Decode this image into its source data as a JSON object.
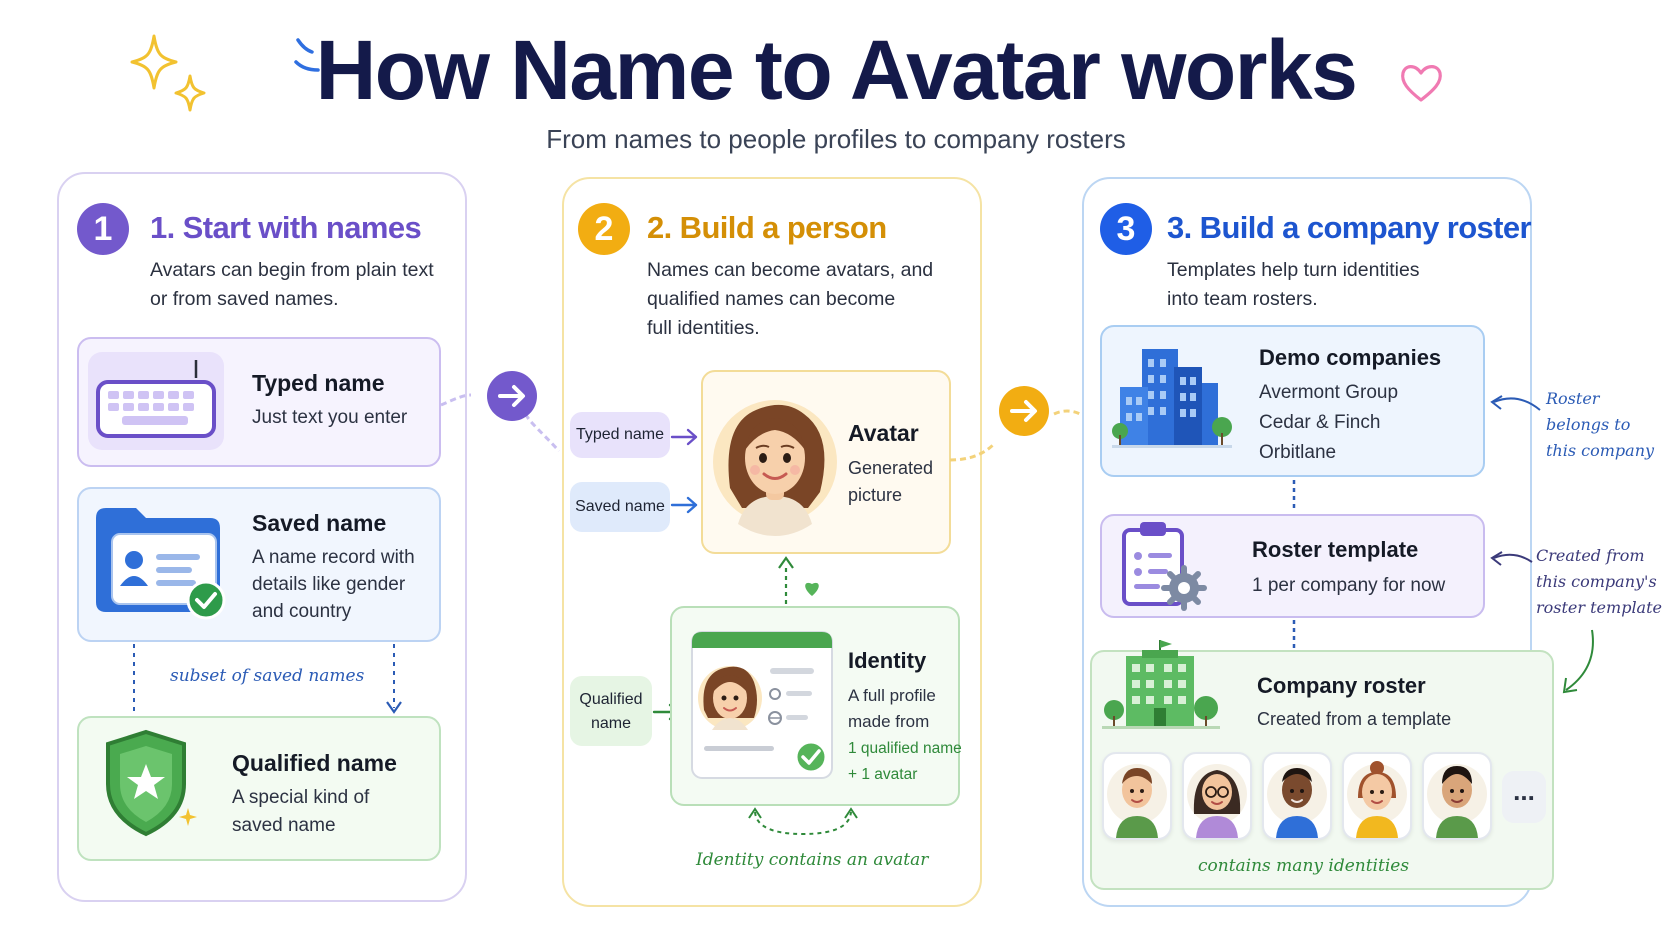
{
  "header": {
    "title": "How Name to Avatar works",
    "subtitle": "From names to people profiles to company rosters"
  },
  "colors": {
    "purple": "#7359cc",
    "amber": "#f2ad12",
    "blue": "#1f5ee6",
    "green_text": "#2f8a3a",
    "handwriting_blue": "#2b5bb5"
  },
  "step1": {
    "number": "1",
    "heading": "1. Start with names",
    "desc_line1": "Avatars can begin from plain text",
    "desc_line2": "or from saved names.",
    "typed": {
      "title": "Typed name",
      "desc": "Just text you enter",
      "icon": "keyboard-icon"
    },
    "saved": {
      "title": "Saved name",
      "desc_line1": "A name record with",
      "desc_line2": "details like gender",
      "desc_line3": "and country",
      "icon": "id-folder-icon"
    },
    "subset_note": "subset of saved names",
    "qualified": {
      "title": "Qualified name",
      "desc_line1": "A special kind of",
      "desc_line2": "saved name",
      "icon": "shield-star-icon"
    }
  },
  "step2": {
    "number": "2",
    "heading": "2. Build a person",
    "desc_line1": "Names can become avatars, and",
    "desc_line2": "qualified names can become",
    "desc_line3": "full identities.",
    "pill_typed": "Typed name",
    "pill_saved": "Saved name",
    "pill_qualified_line1": "Qualified",
    "pill_qualified_line2": "name",
    "avatar": {
      "title": "Avatar",
      "desc_line1": "Generated",
      "desc_line2": "picture"
    },
    "identity": {
      "title": "Identity",
      "desc_line1": "A full profile",
      "desc_line2": "made from",
      "desc_line3": "1 qualified name",
      "desc_line4": "+ 1 avatar"
    },
    "contains_note": "Identity contains an avatar"
  },
  "step3": {
    "number": "3",
    "heading": "3. Build a company roster",
    "desc_line1": "Templates help turn identities",
    "desc_line2": "into team rosters.",
    "companies": {
      "title": "Demo companies",
      "items": [
        "Avermont Group",
        "Cedar & Finch",
        "Orbitlane"
      ]
    },
    "template": {
      "title": "Roster template",
      "desc": "1 per company for now"
    },
    "roster": {
      "title": "Company roster",
      "desc": "Created from a template",
      "more": "...",
      "note": "contains many identities"
    },
    "note_belongs": [
      "Roster",
      "belongs to",
      "this company"
    ],
    "note_created": [
      "Created from",
      "this company's",
      "roster template"
    ]
  }
}
